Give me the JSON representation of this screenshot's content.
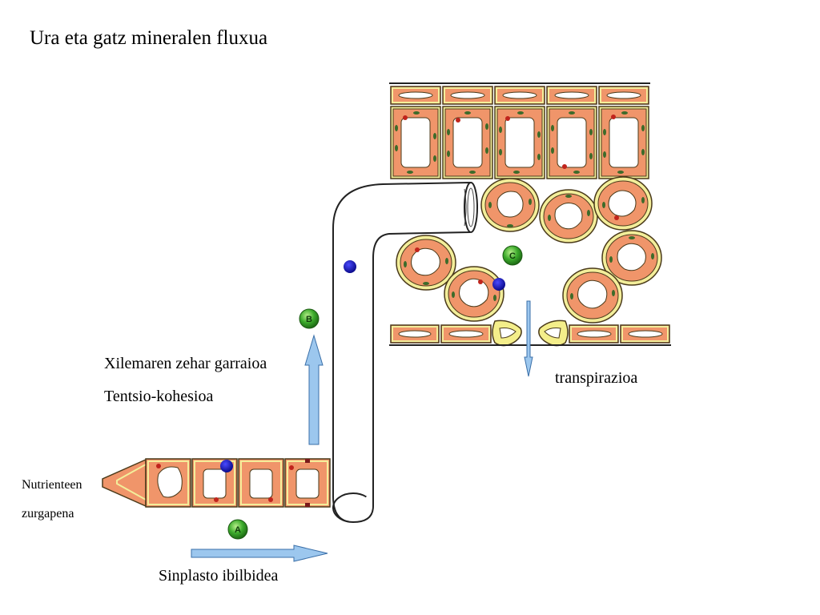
{
  "title": "Ura eta gatz mineralen fluxua",
  "labels": {
    "xylem_transport": "Xilemaren zehar garraioa",
    "tension_cohesion": "Tentsio-kohesioa",
    "nutrient_absorption_line1": "Nutrienteen",
    "nutrient_absorption_line2": "zurgapena",
    "symplast_path": "Sinplasto ibilbidea",
    "transpiration": "transpirazioa"
  },
  "markers": {
    "a": "A",
    "b": "B",
    "c": "C"
  },
  "colors": {
    "cell_fill": "#f0956a",
    "cell_wall": "#f3ee9a",
    "cell_outline": "#4a3a1a",
    "chloroplast": "#3d6b2a",
    "nucleus": "#c0241c",
    "water_molecule": "#1a1ab0",
    "arrow_fill": "#9cc7ee",
    "arrow_stroke": "#3a6fa8",
    "marker_green": "#3caa2c",
    "guard_cell": "#f4ee8a"
  }
}
